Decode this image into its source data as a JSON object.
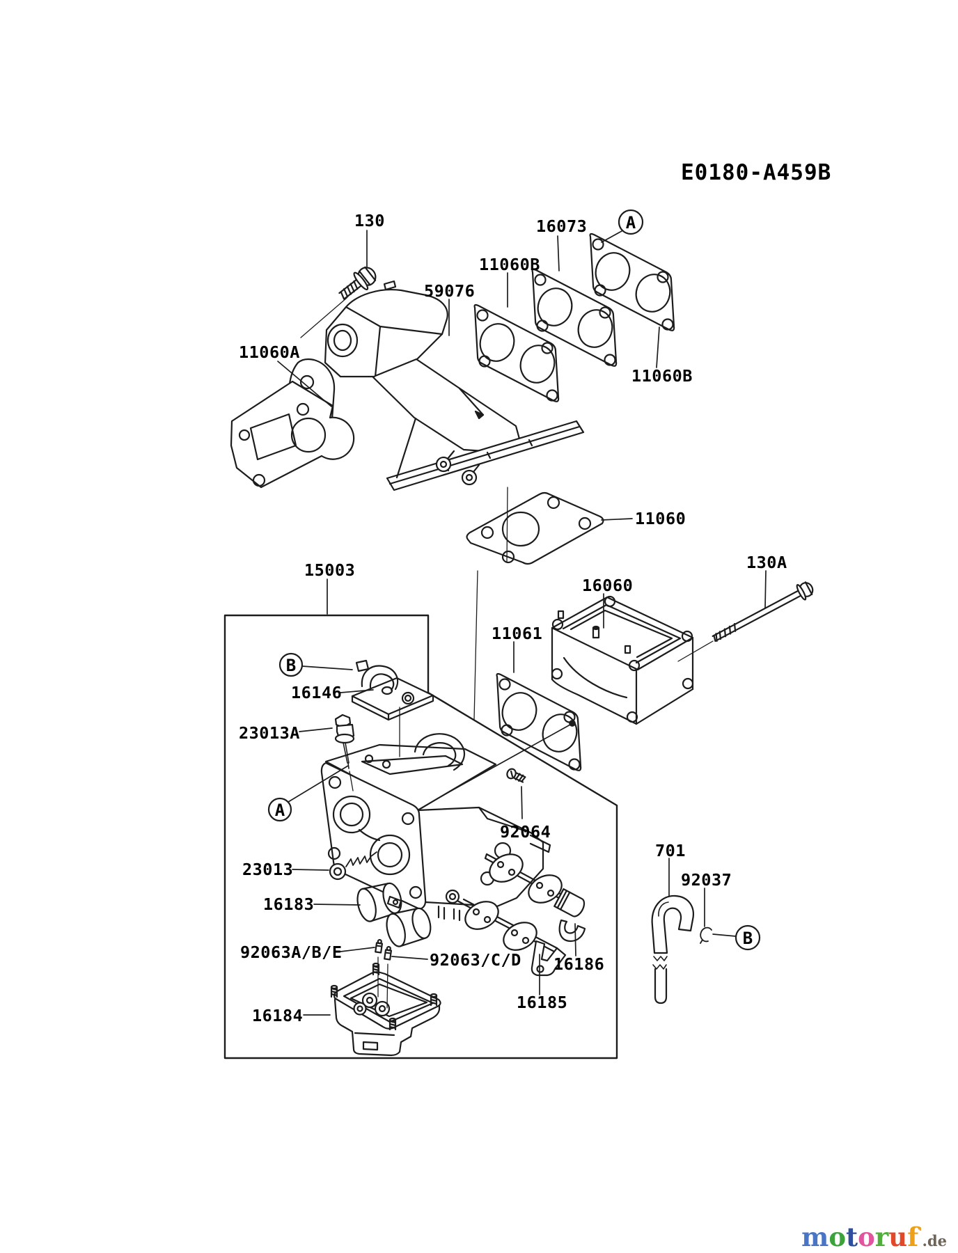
{
  "style": {
    "ink": "#1c1c1c",
    "background": "#ffffff"
  },
  "title": {
    "code": "E0180-A459B"
  },
  "markers": {
    "a": "A",
    "b": "B"
  },
  "labels": {
    "bolt_130": "130",
    "gasket_16073": "16073",
    "gasket_11060b_top": "11060B",
    "manifold_59076": "59076",
    "gasket_11060a": "11060A",
    "gasket_11060b_right": "11060B",
    "gasket_11060": "11060",
    "carburetor_assy_15003": "15003",
    "adapter_16060": "16060",
    "bolt_130a": "130A",
    "gasket_11061": "11061",
    "bracket_16146": "16146",
    "solenoid_23013a": "23013A",
    "screw_23013": "23013",
    "float_16183": "16183",
    "screw_92064": "92064",
    "jets_92063abe": "92063A/B/E",
    "jets_92063cd": "92063/C/D",
    "bowl_16184": "16184",
    "lever_16185": "16185",
    "valve_16186": "16186",
    "hose_701": "701",
    "clamp_92037": "92037"
  },
  "watermark": {
    "letters": [
      {
        "ch": "m",
        "color": "#4a74c4"
      },
      {
        "ch": "o",
        "color": "#3da23d"
      },
      {
        "ch": "t",
        "color": "#2f4f9e"
      },
      {
        "ch": "o",
        "color": "#e0559e"
      },
      {
        "ch": "r",
        "color": "#52ae3c"
      },
      {
        "ch": "u",
        "color": "#e2492a"
      },
      {
        "ch": "f",
        "color": "#eda019"
      },
      {
        "ch": "'",
        "color": "#eda019"
      },
      {
        "ch": ".de",
        "color": "#6e6356"
      }
    ]
  }
}
